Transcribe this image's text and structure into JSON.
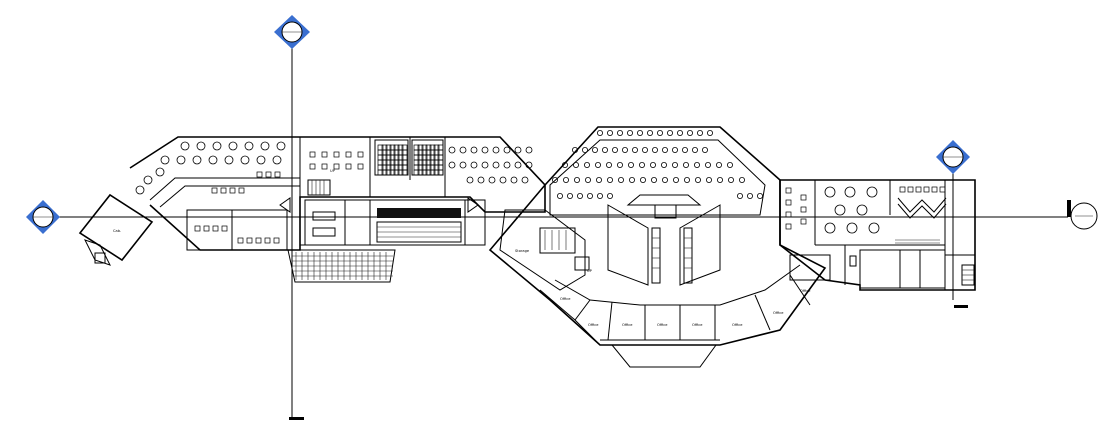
{
  "drawing": {
    "kind": "architectural floor plan",
    "background_color": "#ffffff",
    "line_color": "#000000",
    "grid_marker_icon": "circle-with-diamond-grid-bubble",
    "section_marker_icon": "section-cut-marker"
  },
  "grid_markers": [
    {
      "id": "grid-bubble-vertical-left"
    },
    {
      "id": "grid-bubble-horizontal-left"
    },
    {
      "id": "grid-bubble-vertical-right"
    },
    {
      "id": "grid-bubble-horizontal-right"
    }
  ],
  "room_labels": [
    "Cab.",
    "Storage",
    "Office",
    "Office",
    "Office",
    "Office",
    "Office",
    "Office",
    "Office",
    "Office",
    "UP",
    "UP"
  ]
}
